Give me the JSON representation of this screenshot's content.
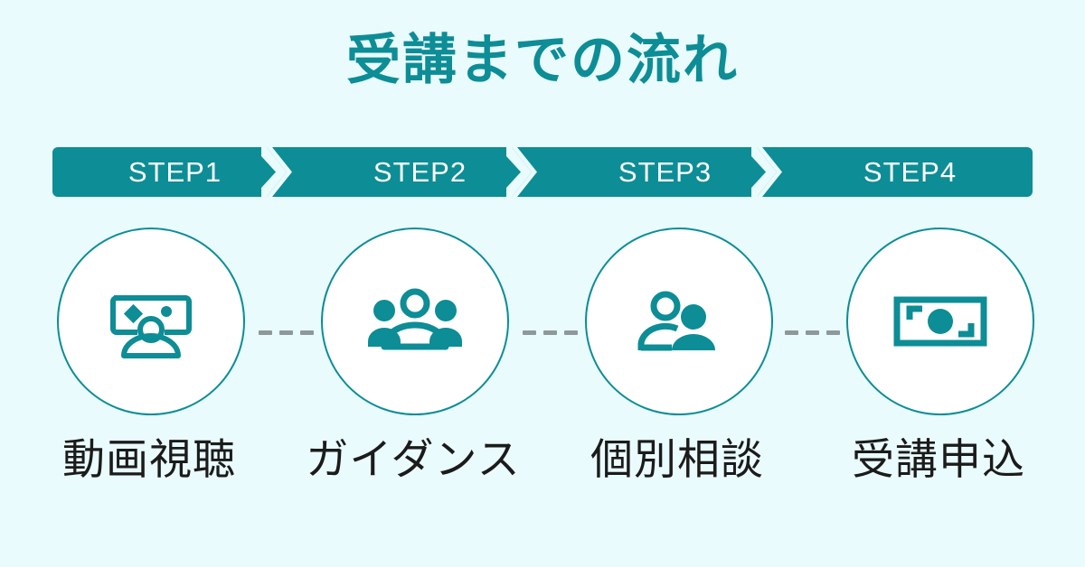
{
  "page": {
    "title": "受講までの流れ",
    "background_color": "#e9fbfc",
    "accent_color": "#0d8d96",
    "label_color": "#1b1b1b",
    "dash_color": "#8e989b"
  },
  "steps": [
    {
      "step_label": "STEP1",
      "name_label": "動画視聴",
      "icon": "monitor-person-icon"
    },
    {
      "step_label": "STEP2",
      "name_label": "ガイダンス",
      "icon": "group-people-icon"
    },
    {
      "step_label": "STEP3",
      "name_label": "個別相談",
      "icon": "two-people-icon"
    },
    {
      "step_label": "STEP4",
      "name_label": "受講申込",
      "icon": "banknote-icon"
    }
  ],
  "separators": {
    "chevron_icon": "chevron-right-icon",
    "connector_icon": "dashed-line-icon"
  }
}
